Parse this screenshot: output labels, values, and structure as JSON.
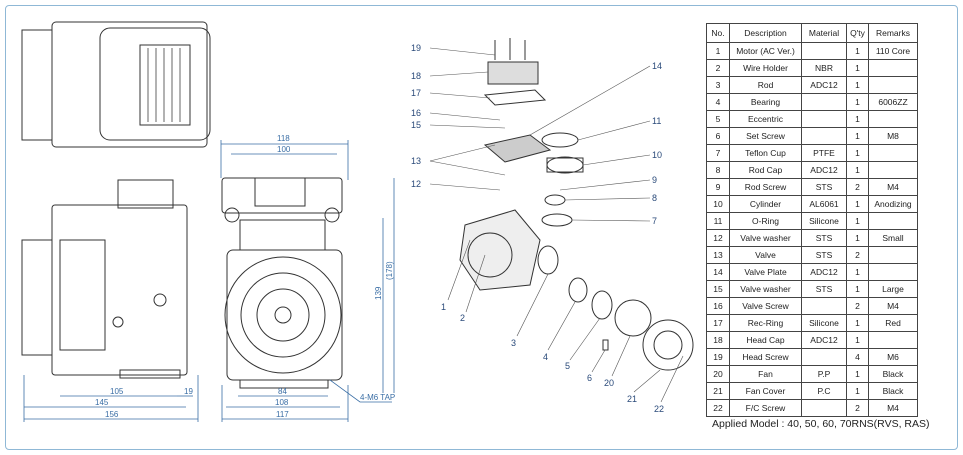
{
  "dimensions": {
    "top_width_outer": "118",
    "top_width_inner": "100",
    "height_total": "(178)",
    "height_mount": "139",
    "side_base": "105",
    "side_offset": "19",
    "side_mid": "145",
    "side_total": "156",
    "front_base": "84",
    "front_mid": "108",
    "front_total": "117",
    "tap_note": "4-M6 TAP"
  },
  "callouts": [
    "1",
    "2",
    "3",
    "4",
    "5",
    "6",
    "7",
    "8",
    "9",
    "10",
    "11",
    "12",
    "13",
    "14",
    "15",
    "16",
    "17",
    "18",
    "19",
    "20",
    "21",
    "22"
  ],
  "table": {
    "headers": [
      "No.",
      "Description",
      "Material",
      "Q'ty",
      "Remarks"
    ],
    "rows": [
      [
        "1",
        "Motor (AC Ver.)",
        "",
        "1",
        "110 Core"
      ],
      [
        "2",
        "Wire Holder",
        "NBR",
        "1",
        ""
      ],
      [
        "3",
        "Rod",
        "ADC12",
        "1",
        ""
      ],
      [
        "4",
        "Bearing",
        "",
        "1",
        "6006ZZ"
      ],
      [
        "5",
        "Eccentric",
        "",
        "1",
        ""
      ],
      [
        "6",
        "Set Screw",
        "",
        "1",
        "M8"
      ],
      [
        "7",
        "Teflon Cup",
        "PTFE",
        "1",
        ""
      ],
      [
        "8",
        "Rod Cap",
        "ADC12",
        "1",
        ""
      ],
      [
        "9",
        "Rod Screw",
        "STS",
        "2",
        "M4"
      ],
      [
        "10",
        "Cylinder",
        "AL6061",
        "1",
        "Anodizing"
      ],
      [
        "11",
        "O-Ring",
        "Silicone",
        "1",
        ""
      ],
      [
        "12",
        "Valve washer",
        "STS",
        "1",
        "Small"
      ],
      [
        "13",
        "Valve",
        "STS",
        "2",
        ""
      ],
      [
        "14",
        "Valve Plate",
        "ADC12",
        "1",
        ""
      ],
      [
        "15",
        "Valve washer",
        "STS",
        "1",
        "Large"
      ],
      [
        "16",
        "Valve Screw",
        "",
        "2",
        "M4"
      ],
      [
        "17",
        "Rec-Ring",
        "Silicone",
        "1",
        "Red"
      ],
      [
        "18",
        "Head Cap",
        "ADC12",
        "1",
        ""
      ],
      [
        "19",
        "Head Screw",
        "",
        "4",
        "M6"
      ],
      [
        "20",
        "Fan",
        "P.P",
        "1",
        "Black"
      ],
      [
        "21",
        "Fan Cover",
        "P.C",
        "1",
        "Black"
      ],
      [
        "22",
        "F/C Screw",
        "",
        "2",
        "M4"
      ]
    ]
  },
  "applied_model": "Applied Model : 40, 50, 60, 70RNS(RVS, RAS)"
}
